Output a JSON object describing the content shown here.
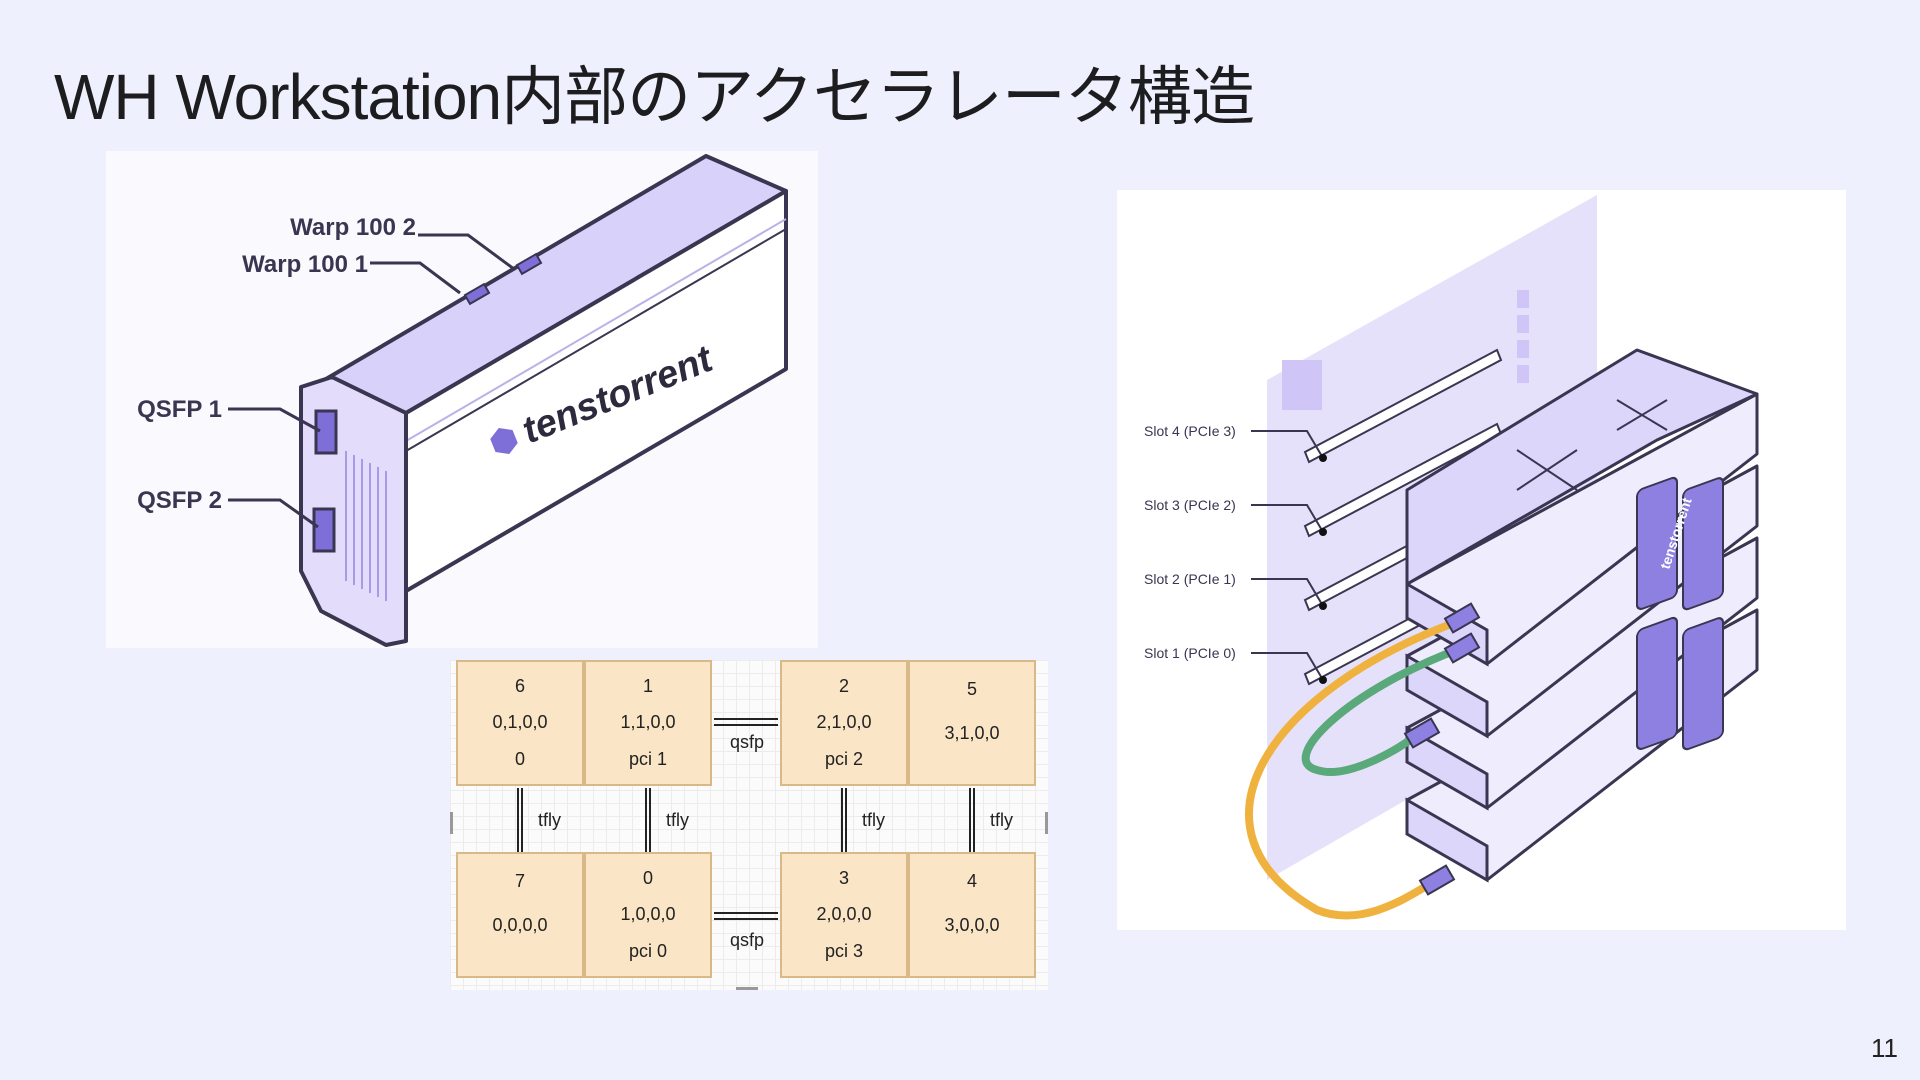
{
  "slide": {
    "title": "WH Workstation内部のアクセラレータ構造",
    "page_number": "11"
  },
  "card_diagram": {
    "brand": "tenstorrent",
    "callouts": [
      "Warp 100 2",
      "Warp 100 1",
      "QSFP 1",
      "QSFP 2"
    ],
    "colors": {
      "body": "#e3ddfb",
      "accent": "#7e6fd8",
      "outline": "#3a3550"
    }
  },
  "topology": {
    "top_row": [
      {
        "id": "6",
        "coord": "0,1,0,0",
        "extra": "0"
      },
      {
        "id": "1",
        "coord": "1,1,0,0",
        "extra": "pci 1"
      },
      {
        "id": "2",
        "coord": "2,1,0,0",
        "extra": "pci 2"
      },
      {
        "id": "5",
        "coord": "3,1,0,0",
        "extra": ""
      }
    ],
    "bottom_row": [
      {
        "id": "7",
        "coord": "0,0,0,0",
        "extra": ""
      },
      {
        "id": "0",
        "coord": "1,0,0,0",
        "extra": "pci 0"
      },
      {
        "id": "3",
        "coord": "2,0,0,0",
        "extra": "pci 3"
      },
      {
        "id": "4",
        "coord": "3,0,0,0",
        "extra": ""
      }
    ],
    "vertical_links": [
      "tfly",
      "tfly",
      "tfly",
      "tfly"
    ],
    "horizontal_links": [
      "qsfp",
      "qsfp"
    ]
  },
  "stack_diagram": {
    "slots": [
      "Slot 4 (PCIe 3)",
      "Slot 3 (PCIe 2)",
      "Slot 2 (PCIe 1)",
      "Slot 1 (PCIe 0)"
    ],
    "brand": "tenstorrent",
    "colors": {
      "board": "#ddd6fb",
      "card": "#efedfd",
      "accent": "#8d80e0",
      "cable_orange": "#f0b23f",
      "cable_green": "#5aa97a",
      "outline": "#3a3550"
    }
  }
}
